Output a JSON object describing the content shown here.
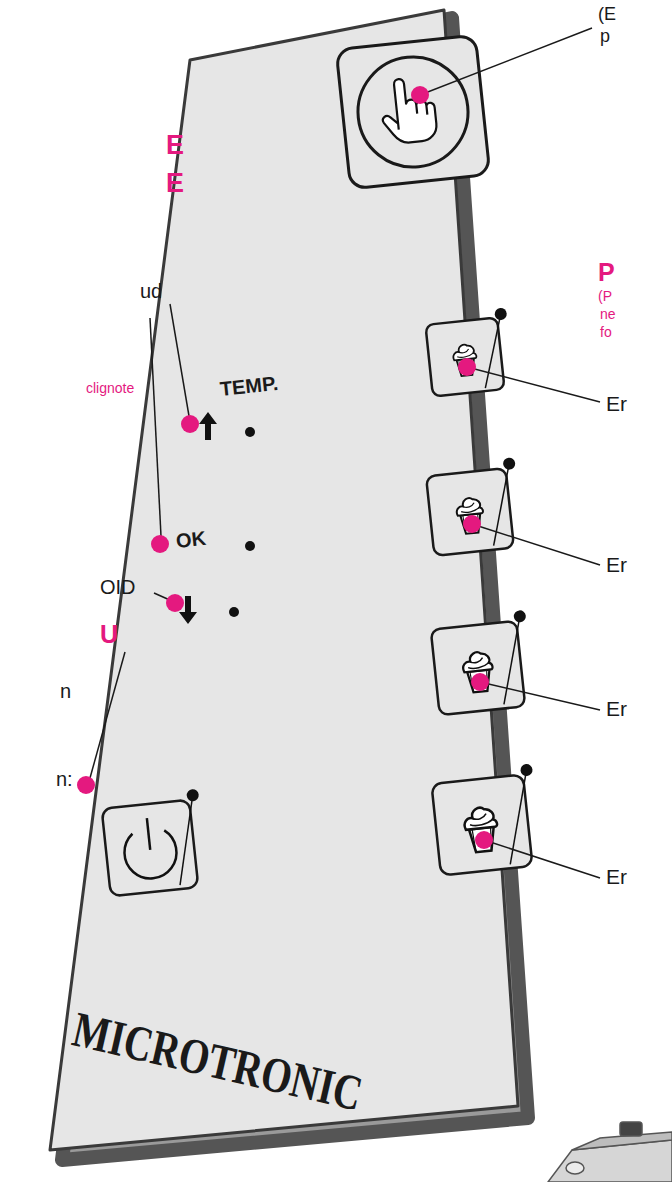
{
  "diagram": {
    "labels": [
      "(E",
      "p",
      "E",
      "E",
      "ud",
      "TEMP.",
      "P",
      "(P",
      "ne",
      "fo",
      "Er",
      "OK",
      "clignote",
      "Er",
      "OID",
      "U",
      "Er",
      "n",
      "n:",
      "Er",
      "MICROTRONIC"
    ]
  }
}
